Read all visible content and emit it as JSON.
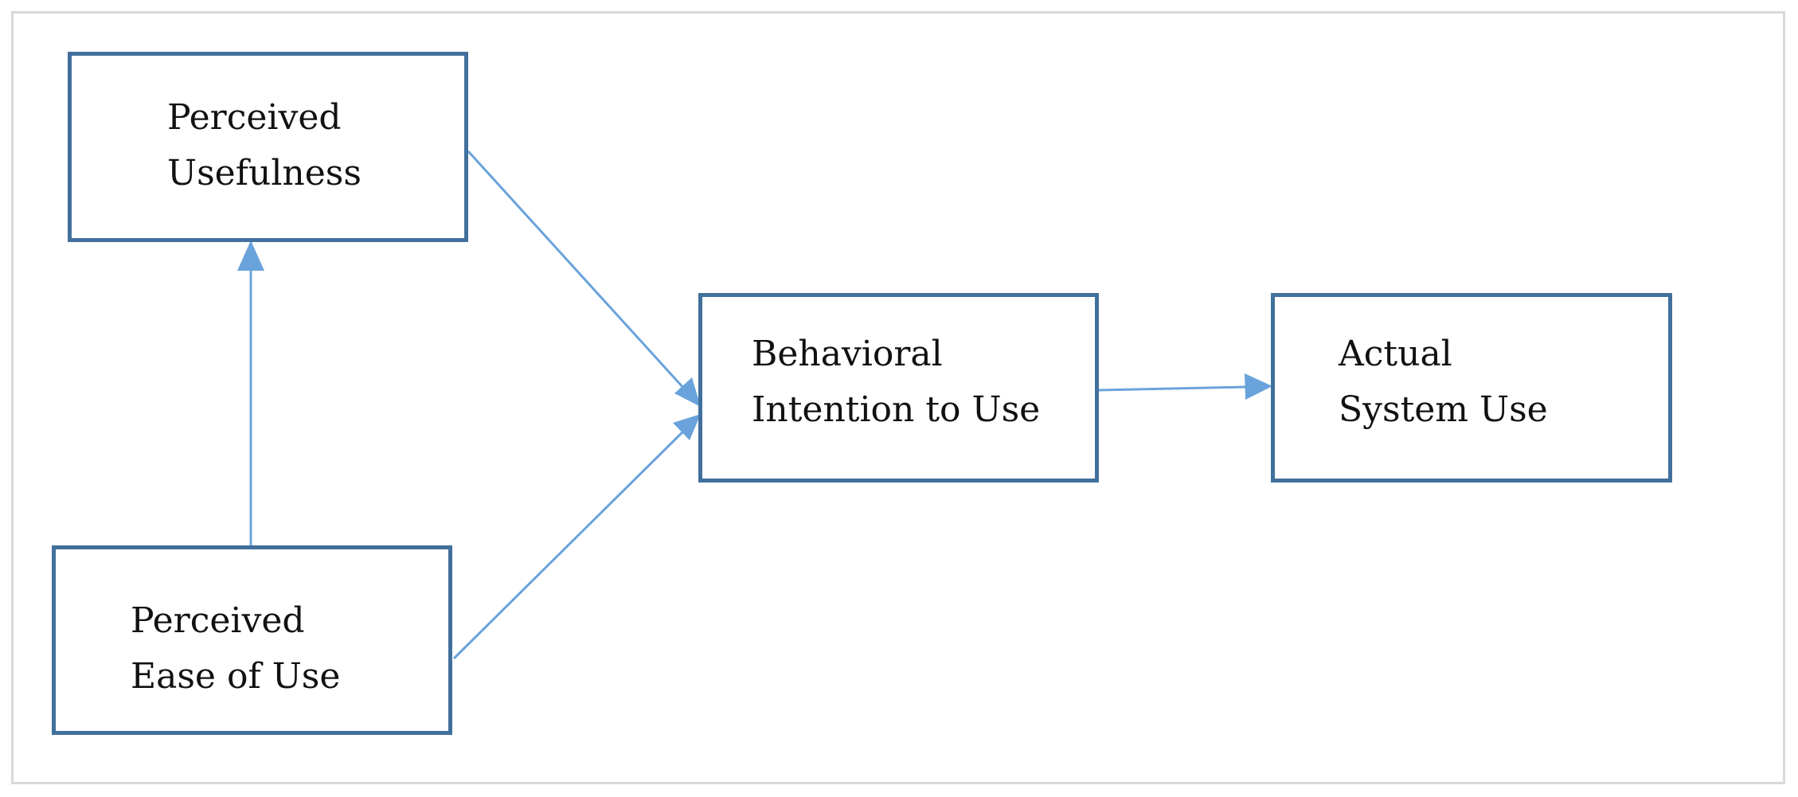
{
  "colors": {
    "box_border": "#41709c",
    "arrow": "#6aa3dc",
    "frame": "#d9d9d9"
  },
  "nodes": {
    "perceived_usefulness": {
      "line1": "Perceived",
      "line2": "Usefulness"
    },
    "perceived_ease_of_use": {
      "line1": "Perceived",
      "line2": "Ease of Use"
    },
    "behavioral_intention": {
      "line1": "Behavioral",
      "line2": "Intention to Use"
    },
    "actual_system_use": {
      "line1": "Actual",
      "line2": "System Use"
    }
  },
  "edges": [
    {
      "from": "perceived_ease_of_use",
      "to": "perceived_usefulness"
    },
    {
      "from": "perceived_usefulness",
      "to": "behavioral_intention"
    },
    {
      "from": "perceived_ease_of_use",
      "to": "behavioral_intention"
    },
    {
      "from": "behavioral_intention",
      "to": "actual_system_use"
    }
  ]
}
